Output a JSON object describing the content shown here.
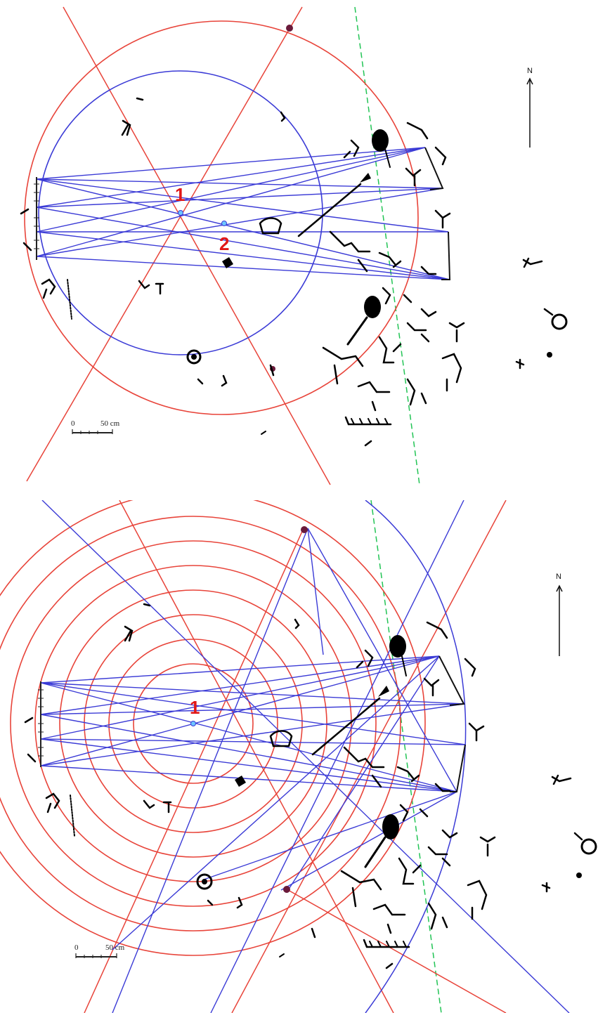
{
  "colors": {
    "red_lines": "#e8443a",
    "blue_lines": "#3b3bd6",
    "green_dashed": "#22c455",
    "markers": "#e01818",
    "petroglyphs": "#000000",
    "nodes": "#6a1a3a"
  },
  "top_panel": {
    "north_label": "N",
    "point_labels": [
      "1",
      "2"
    ],
    "scale_bar": {
      "start_label": "0",
      "end_label": "50 cm"
    }
  },
  "bottom_panel": {
    "north_label": "N",
    "point_labels": [
      "1"
    ],
    "scale_bar": {
      "start_label": "0",
      "end_label": "50 cm"
    }
  }
}
